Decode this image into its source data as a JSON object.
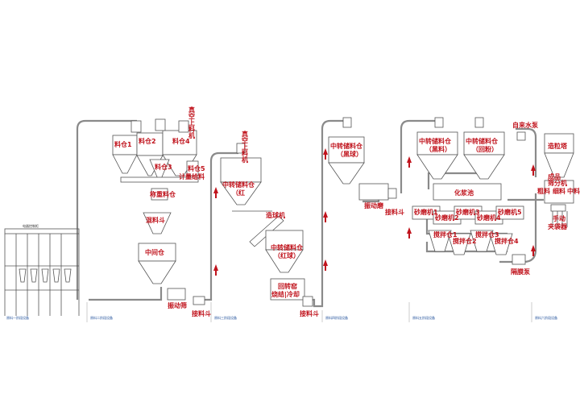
{
  "labels": {
    "silo1": "料仓1",
    "silo2": "料仓2",
    "silo3": "料仓3",
    "silo4": "料仓4",
    "silo5": "料仓5",
    "vacuum_loader_1": "真空上料机",
    "dosing": "计量给料",
    "weigh_bin": "称重料仓",
    "mix_hopper": "混料斗",
    "mid_bin": "中间仓",
    "vib_screen": "振动筛",
    "receive_hopper_1": "接料斗",
    "vacuum_loader_2": "真空上料机",
    "transfer_bin_red_1": "中转储料仓",
    "transfer_bin_red_1_sub": "（红",
    "pelletizer": "造球机",
    "transfer_bin_red_2": "中转储料仓",
    "transfer_bin_red_2_sub": "（红球）",
    "rotary_kiln": "回转窑",
    "sinter_cool": "烧结|冷却",
    "receive_hopper_2": "接料斗",
    "transfer_bin_black": "中转储料仓",
    "transfer_bin_black_sub": "（黑球）",
    "vib_mill": "振动磨",
    "receive_hopper_3": "接料斗",
    "bin_black": "中转储料仓",
    "bin_black_sub": "（黑料）",
    "bin_recycle": "中转储料仓",
    "bin_recycle_sub": "（回粉）",
    "tap_water_pump": "自来水泵",
    "slurry_tank": "化浆池",
    "sand_mill_1": "砂磨机1",
    "sand_mill_2": "砂磨机2",
    "sand_mill_3": "砂磨机3",
    "sand_mill_4": "砂磨机4",
    "sand_mill_5": "砂磨机5",
    "stir_tank_1": "搅拌仓1",
    "stir_tank_2": "搅拌仓2",
    "stir_tank_3": "搅拌仓3",
    "stir_tank_4": "搅拌仓4",
    "diaphragm_pump": "隔膜泵",
    "granulation_tower": "造粒塔",
    "screening_bin": "筛分机",
    "coarse": "粗料",
    "fine": "细料",
    "finished": "成品",
    "mid_material": "中料",
    "manual_valve": "手动",
    "manual_valve_2": "夹袋器"
  },
  "stage_labels": [
    "原料一阶段设备",
    "原料二阶段设备",
    "原料三阶段设备",
    "原料四阶段设备",
    "原料五阶段设备",
    "原料六阶段设备"
  ],
  "left_unit": "电器控制柜"
}
